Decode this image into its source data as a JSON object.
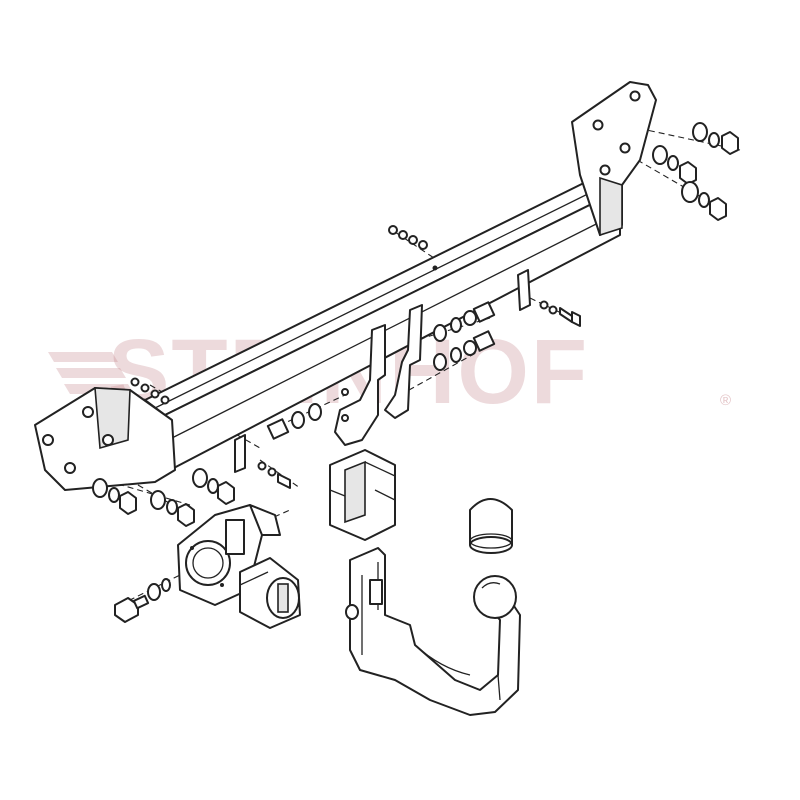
{
  "watermark": {
    "brand": "STEINHOF",
    "registered_mark": "®",
    "color": "#c07b80"
  },
  "diagram": {
    "line_color": "#222222",
    "parts": [
      "crossbar-beam",
      "left-mounting-bracket",
      "right-mounting-bracket",
      "center-brackets",
      "electrical-socket-plate",
      "electrical-socket",
      "tow-ball-receiver",
      "detachable-tow-ball-arm",
      "tow-ball-cap",
      "bolts",
      "washers",
      "nuts"
    ]
  }
}
